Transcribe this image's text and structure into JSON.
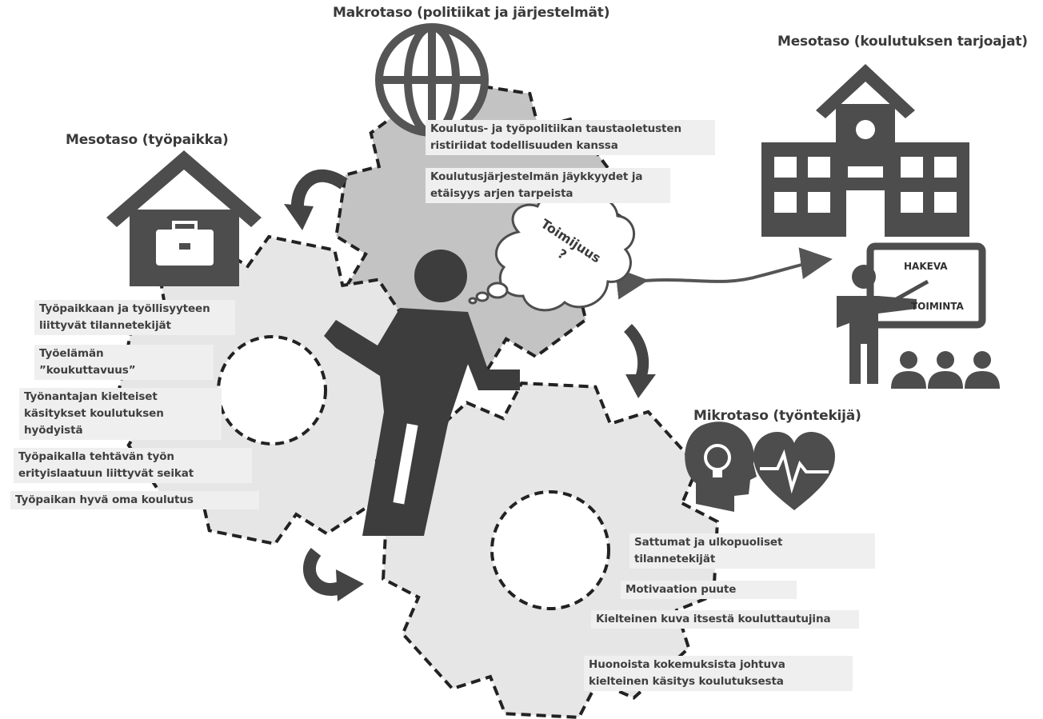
{
  "headings": {
    "macro": "Makrotaso (politiikat ja järjestelmät)",
    "meso_school": "Mesotaso (koulutuksen tarjoajat)",
    "meso_work": "Mesotaso (työpaikka)",
    "micro": "Mikrotaso (työntekijä)"
  },
  "thought": {
    "line1": "Toimijuus",
    "line2": "?"
  },
  "board": {
    "line1": "HAKEVA",
    "line2": "TOIMINTA"
  },
  "macro_items": [
    "Koulutus- ja työpolitiikan taustaoletusten\nristiriidat todellisuuden kanssa",
    "Koulutusjärjestelmän jäykkyydet ja\netäisyys arjen tarpeista"
  ],
  "workplace_items": [
    "Työpaikkaan ja työllisyyteen\nliittyvät tilannetekijät",
    "Työelämän\n”koukuttavuus”",
    "Työnantajan kielteiset\nkäsitykset koulutuksen\nhyödyistä",
    "Työpaikalla tehtävän työn\nerityislaatuun liittyvät seikat",
    "Työpaikan hyvä oma koulutus"
  ],
  "micro_items": [
    "Sattumat ja ulkopuoliset\ntilannetekijät",
    "Motivaation puute",
    "Kielteinen kuva itsestä kouluttautujina",
    "Huonoista kokemuksista johtuva\nkielteinen käsitys koulutuksesta"
  ],
  "icons": [
    "globe-icon",
    "house-briefcase-icon",
    "school-building-icon",
    "teacher-board-icon",
    "people-icon",
    "head-lightbulb-icon",
    "heart-pulse-icon",
    "person-figure-icon",
    "thought-cloud-icon"
  ],
  "colors": {
    "gear_macro": "#c3c3c3",
    "gear_light": "#e6e6e6",
    "icon_dark": "#4d4d4d",
    "text": "#3a3a3a"
  }
}
